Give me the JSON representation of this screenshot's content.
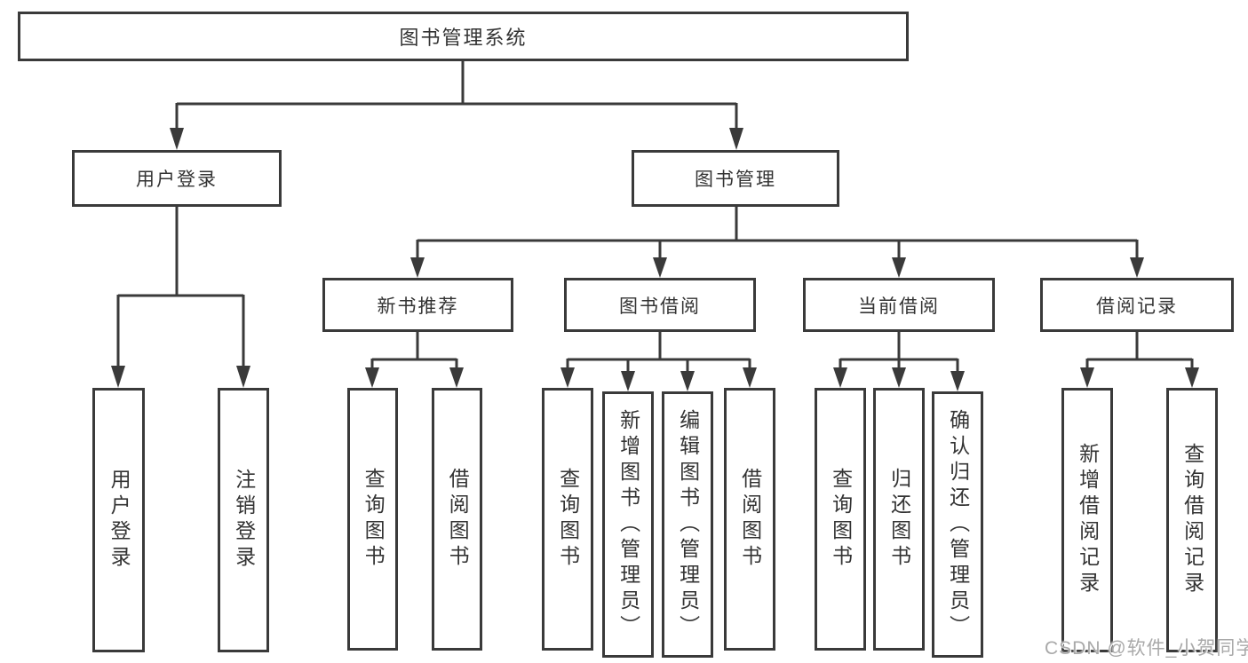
{
  "diagram": {
    "tree": {
      "label": "图书管理系统",
      "children": [
        {
          "label": "用户登录",
          "children": [
            {
              "label": "用户登录"
            },
            {
              "label": "注销登录"
            }
          ]
        },
        {
          "label": "图书管理",
          "children": [
            {
              "label": "新书推荐",
              "children": [
                {
                  "label": "查询图书"
                },
                {
                  "label": "借阅图书"
                }
              ]
            },
            {
              "label": "图书借阅",
              "children": [
                {
                  "label": "查询图书"
                },
                {
                  "label": "新增图书（管理员）"
                },
                {
                  "label": "编辑图书（管理员）"
                },
                {
                  "label": "借阅图书"
                }
              ]
            },
            {
              "label": "当前借阅",
              "children": [
                {
                  "label": "查询图书"
                },
                {
                  "label": "归还图书"
                },
                {
                  "label": "确认归还（管理员）"
                }
              ]
            },
            {
              "label": "借阅记录",
              "children": [
                {
                  "label": "新增借阅记录"
                },
                {
                  "label": "查询借阅记录"
                }
              ]
            }
          ]
        }
      ]
    }
  },
  "watermark": {
    "text": "CSDN @软件_小贺同学"
  },
  "colors": {
    "line": "#3a3a3a",
    "text": "#333333",
    "background": "#ffffff",
    "watermark": "#a9a9a9"
  }
}
